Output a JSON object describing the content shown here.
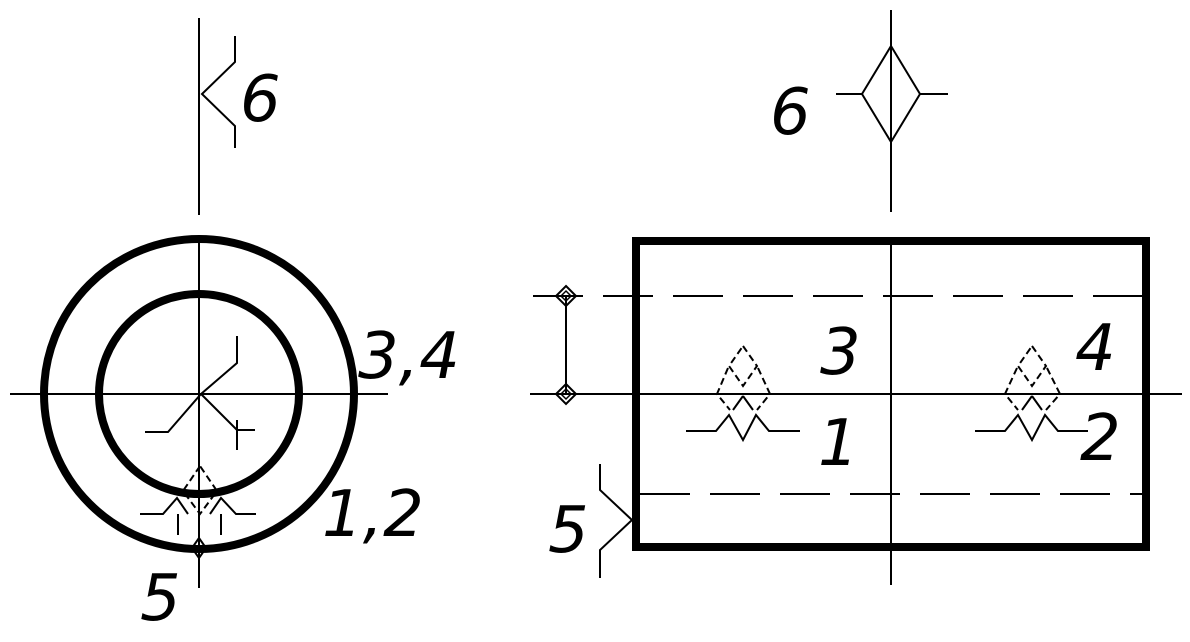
{
  "colors": {
    "line": "#000000",
    "background": "#ffffff"
  },
  "left_view": {
    "labels": {
      "top": "6",
      "side": "3,4",
      "lower": "1,2",
      "bottom": "5"
    }
  },
  "right_view": {
    "labels": {
      "top": "6",
      "upper_left": "3",
      "upper_right": "4",
      "lower_left": "1",
      "lower_right": "2",
      "side": "5"
    }
  }
}
